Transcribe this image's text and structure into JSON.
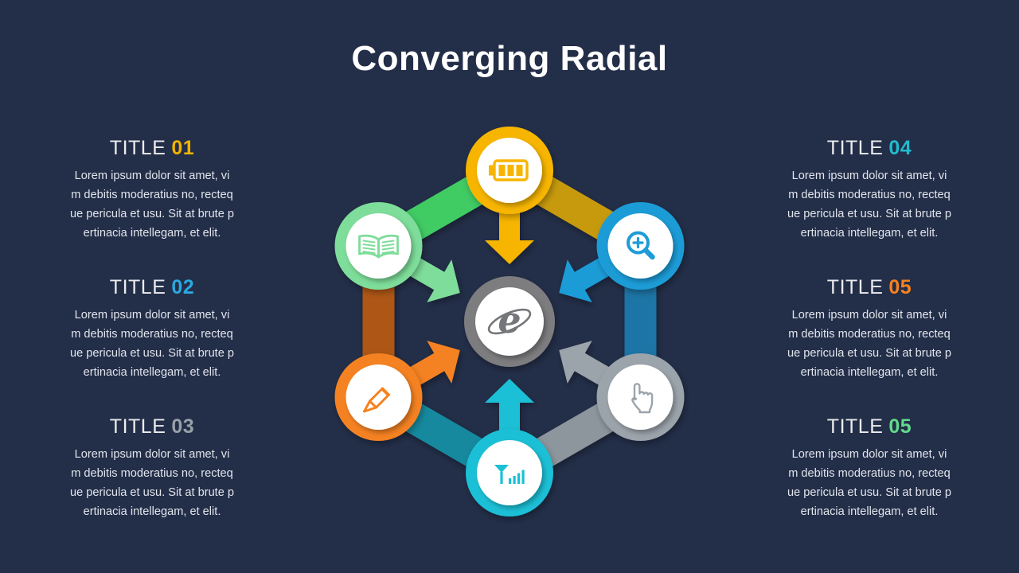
{
  "slide": {
    "title": "Converging Radial",
    "background_color": "#232E48",
    "title_color": "#FFFFFF"
  },
  "blocks": {
    "left": [
      {
        "title": "TITLE",
        "number": "01",
        "number_color": "#F0B400",
        "lines": [
          "Lorem ipsum dolor sit amet, vi",
          "m debitis moderatius no, recteq",
          "ue pericula et usu. Sit at brute p",
          "ertinacia intellegam, et elit."
        ]
      },
      {
        "title": "TITLE",
        "number": "02",
        "number_color": "#2BA9E0",
        "lines": [
          "Lorem ipsum dolor sit amet, vi",
          "m debitis moderatius no, recteq",
          "ue pericula et usu. Sit at brute p",
          "ertinacia intellegam, et elit."
        ]
      },
      {
        "title": "TITLE",
        "number": "03",
        "number_color": "#98A1A9",
        "lines": [
          "Lorem ipsum dolor sit amet, vi",
          "m debitis moderatius no, recteq",
          "ue pericula et usu. Sit at brute p",
          "ertinacia intellegam, et elit."
        ]
      }
    ],
    "right": [
      {
        "title": "TITLE",
        "number": "04",
        "number_color": "#1FBCCE",
        "lines": [
          "Lorem ipsum dolor sit amet, vi",
          "m debitis moderatius no, recteq",
          "ue pericula et usu. Sit at brute p",
          "ertinacia intellegam, et elit."
        ]
      },
      {
        "title": "TITLE",
        "number": "05",
        "number_color": "#F58220",
        "lines": [
          "Lorem ipsum dolor sit amet, vi",
          "m debitis moderatius no, recteq",
          "ue pericula et usu. Sit at brute p",
          "ertinacia intellegam, et elit."
        ]
      },
      {
        "title": "TITLE",
        "number": "05",
        "number_color": "#62D98C",
        "lines": [
          "Lorem ipsum dolor sit amet, vi",
          "m debitis moderatius no, recteq",
          "ue pericula et usu. Sit at brute p",
          "ertinacia intellegam, et elit."
        ]
      }
    ]
  },
  "diagram": {
    "center": {
      "icon": "internet-explorer-icon",
      "ring_color": "#7D7D80",
      "icon_color": "#75767A"
    },
    "nodes": [
      {
        "id": "battery",
        "position": "top",
        "icon": "battery-icon",
        "color": "#F7B500"
      },
      {
        "id": "book",
        "position": "upper-left",
        "icon": "open-book-icon",
        "color": "#7EDD9A"
      },
      {
        "id": "zoom",
        "position": "upper-right",
        "icon": "zoom-in-icon",
        "color": "#1E9CD7"
      },
      {
        "id": "pencil",
        "position": "lower-left",
        "icon": "pencil-icon",
        "color": "#F58220"
      },
      {
        "id": "hand",
        "position": "lower-right",
        "icon": "hand-pointer-icon",
        "color": "#9CA4AB"
      },
      {
        "id": "signal",
        "position": "bottom",
        "icon": "signal-bars-icon",
        "color": "#1AC0D6"
      }
    ],
    "connectors": [
      {
        "from": "book",
        "to": "battery",
        "color": "#3FCB63"
      },
      {
        "from": "battery",
        "to": "zoom",
        "color": "#C79A0E"
      },
      {
        "from": "zoom",
        "to": "hand",
        "color": "#1D74A6"
      },
      {
        "from": "hand",
        "to": "signal",
        "color": "#8D969D"
      },
      {
        "from": "signal",
        "to": "pencil",
        "color": "#12899E"
      },
      {
        "from": "pencil",
        "to": "book",
        "color": "#AD5713"
      }
    ]
  }
}
